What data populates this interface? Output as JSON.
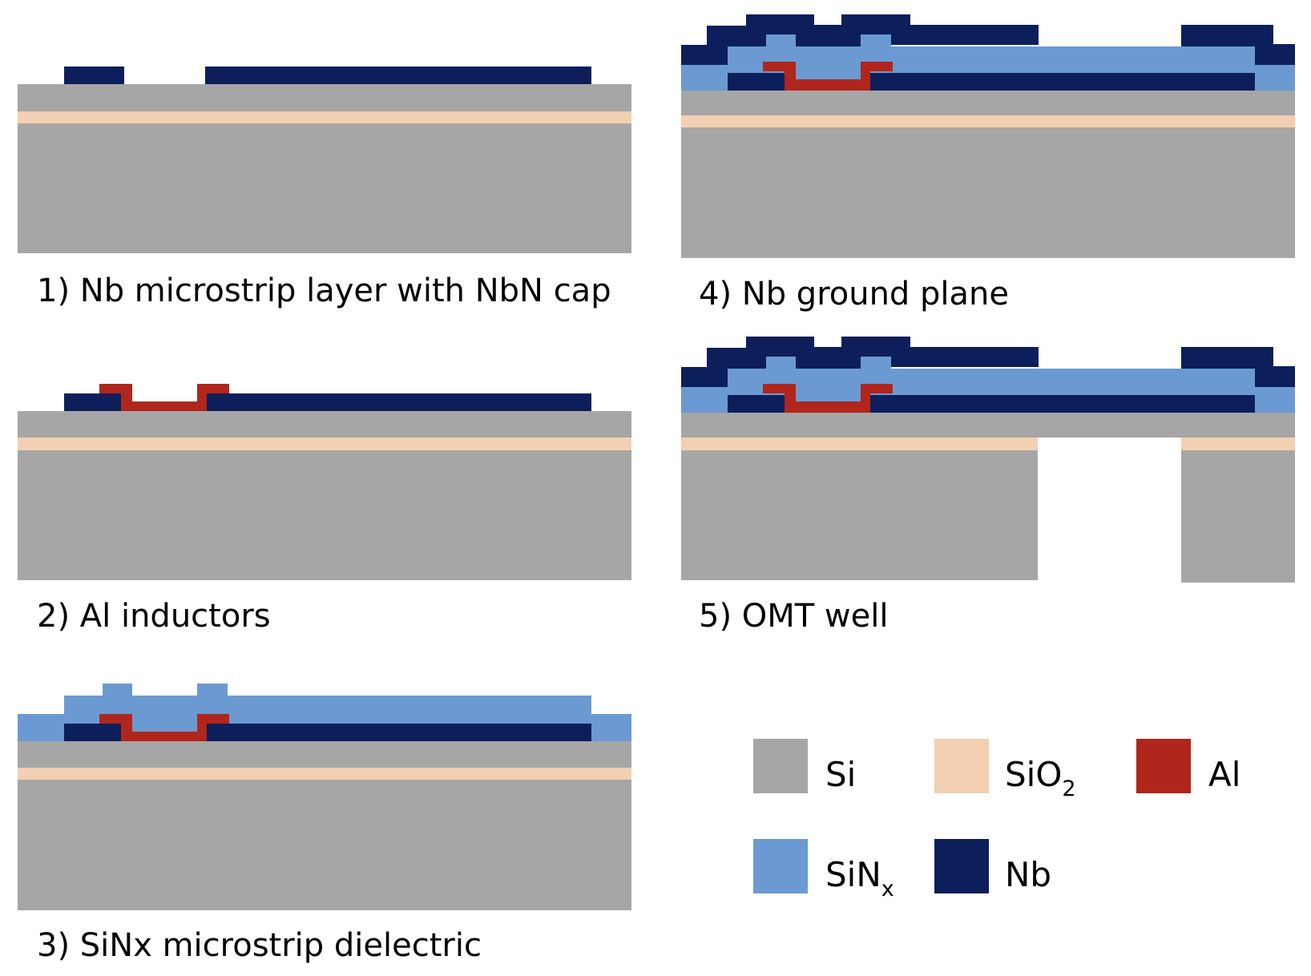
{
  "materials": {
    "si": {
      "label": "Si",
      "color": "#a6a6a6"
    },
    "sio2": {
      "label": "SiO",
      "sub": "2",
      "color": "#f3d0b2"
    },
    "al": {
      "label": "Al",
      "color": "#b0261c"
    },
    "sinx": {
      "label": "SiN",
      "sub": "x",
      "color": "#6b9ad2"
    },
    "nb": {
      "label": "Nb",
      "color": "#0c1f5b"
    }
  },
  "steps": [
    {
      "caption": "1) Nb microstrip layer with NbN cap"
    },
    {
      "caption": "2) Al inductors"
    },
    {
      "caption": "3) SiNx microstrip dielectric"
    },
    {
      "caption": "4) Nb ground plane"
    },
    {
      "caption": "5) OMT well"
    }
  ]
}
